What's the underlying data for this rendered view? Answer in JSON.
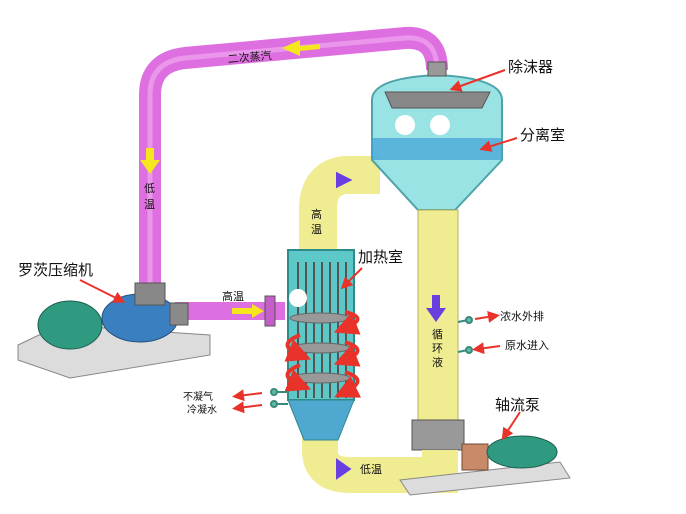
{
  "title": "MVR蒸发流程示意图",
  "labels": {
    "secondary_steam": "二次蒸汽",
    "low_temp_v1": "低",
    "low_temp_v2": "温",
    "roots_compressor": "罗茨压缩机",
    "high_temp_pipe": "高温",
    "high_temp_v1": "高",
    "high_temp_v2": "温",
    "heating_chamber": "加热室",
    "demister": "除沫器",
    "separator": "分离室",
    "concentrate_out": "浓水外排",
    "raw_water_in": "原水进入",
    "circ_v1": "循",
    "circ_v2": "环",
    "circ_v3": "液",
    "axial_pump": "轴流泵",
    "non_condensable": "不凝气",
    "condensate": "冷凝水",
    "low_temp_bottom": "低温"
  },
  "colors": {
    "steam_pipe": "#dd6fe0",
    "liquid_pipe": "#efec92",
    "vessel": "#6fd3d6",
    "motor": "#2f9a80",
    "flow_arrow_red": "#e8322a",
    "flow_arrow_yellow": "#f5e61e",
    "flow_arrow_purple": "#6a3fe0"
  }
}
